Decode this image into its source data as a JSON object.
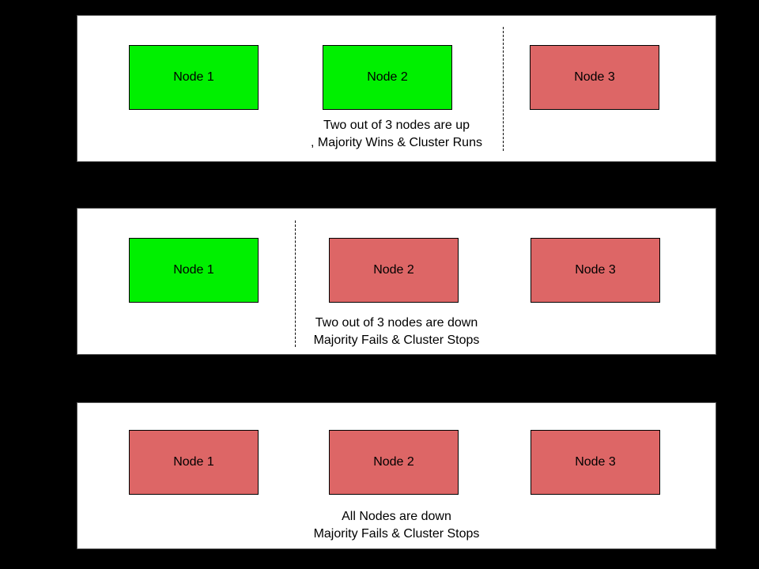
{
  "diagram": {
    "description": "Cluster quorum majority scenarios with three nodes",
    "colors": {
      "up": "#00f000",
      "down": "#dd6666",
      "panel_bg": "#ffffff",
      "page_bg": "#000000",
      "node_border": "#000000",
      "partition_line": "#000000"
    },
    "panels": [
      {
        "name": "two-nodes-up",
        "nodes": [
          {
            "label": "Node 1",
            "status": "up"
          },
          {
            "label": "Node 2",
            "status": "up"
          },
          {
            "label": "Node 3",
            "status": "down"
          }
        ],
        "has_partition_line": true,
        "caption": [
          "Two out of 3 nodes are up",
          ", Majority Wins & Cluster Runs"
        ]
      },
      {
        "name": "two-nodes-down",
        "nodes": [
          {
            "label": "Node 1",
            "status": "up"
          },
          {
            "label": "Node 2",
            "status": "down"
          },
          {
            "label": "Node 3",
            "status": "down"
          }
        ],
        "has_partition_line": true,
        "caption": [
          "Two out of 3 nodes are down",
          "Majority Fails & Cluster Stops"
        ]
      },
      {
        "name": "all-nodes-down",
        "nodes": [
          {
            "label": "Node 1",
            "status": "down"
          },
          {
            "label": "Node 2",
            "status": "down"
          },
          {
            "label": "Node 3",
            "status": "down"
          }
        ],
        "has_partition_line": false,
        "caption": [
          "All Nodes are down",
          "Majority Fails & Cluster Stops"
        ]
      }
    ]
  }
}
